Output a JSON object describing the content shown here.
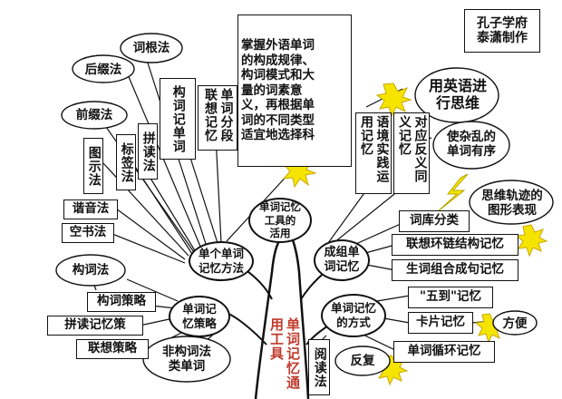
{
  "credit": "孔子学府\n泰潇制作",
  "center": "单词记忆\n工具的\n活用",
  "trunk": [
    "单词",
    "记忆",
    "通用",
    "工具"
  ],
  "core_text": "掌握外语单词\n的构成规律、\n构词模式和大\n量的词素意\n义，再根据单\n词的不同类型\n适宜地选择科",
  "nodes": {
    "single": "单个单词\n记忆方法",
    "group": "成组单\n词记忆",
    "strategy": "单词记\n忆策略",
    "way": "单词记忆\n的方式"
  },
  "left_items": {
    "root": "词根法",
    "suffix": "后缀法",
    "prefix": "前缀法",
    "wordformation": "构词记单词",
    "segment": "单词分段联想记忆",
    "picture": "图示法",
    "label": "标签法",
    "spelling": "拼读法",
    "homophone": "谐音法",
    "airwrite": "空书法",
    "formation_method": "构词法",
    "formation_strategy": "构词策略",
    "spell_read": "拼读记忆策",
    "assoc_strategy": "联想策略",
    "non_formation": "非构词法\n类单词"
  },
  "right_items": {
    "context": "语境实践运用记忆",
    "antonym": "对应反义同义记忆",
    "english_thinking": "用英语进\n行思维",
    "order": "使杂乱的\n单词有序",
    "mindmap": "思维轨迹的\n图形表现",
    "vocab_class": "词库分类",
    "chain": "联想环链结构记忆",
    "sentence": "生词组合成句记忆",
    "five_to": "\"五到\"记忆",
    "card": "卡片记忆",
    "convenient": "方便",
    "cycle": "单词循环记忆",
    "repeat": "反复",
    "reading": "阅读法"
  }
}
